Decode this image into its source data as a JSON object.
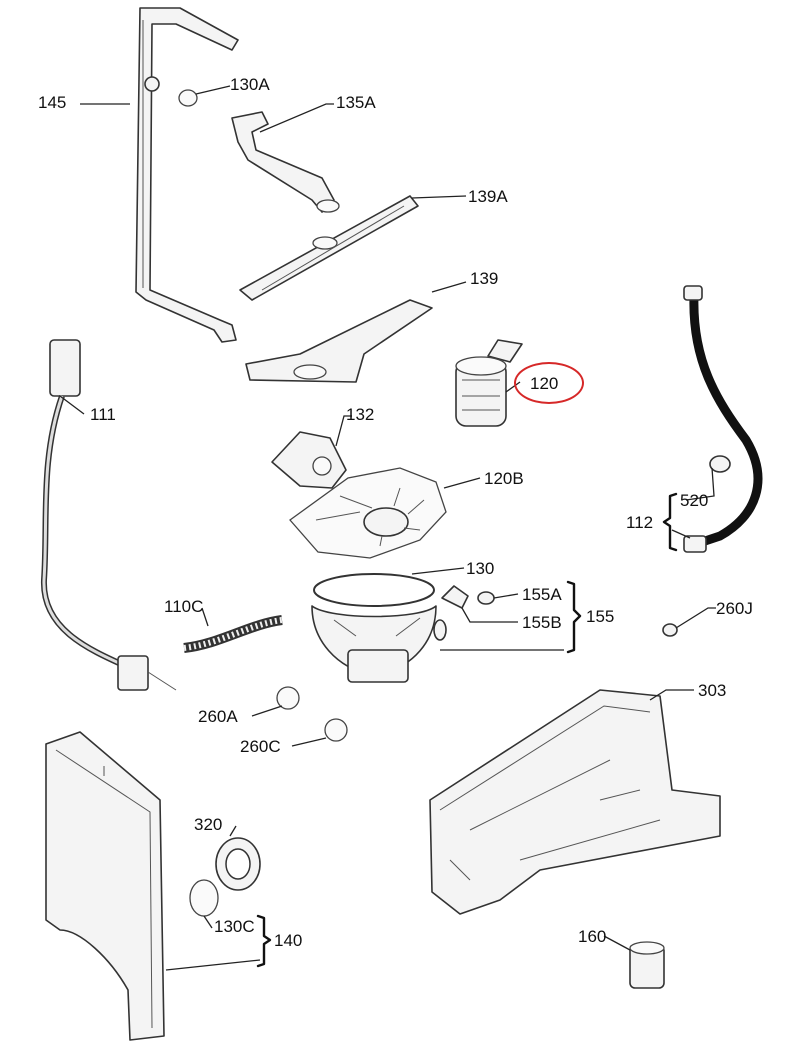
{
  "diagram": {
    "labels": {
      "p145": "145",
      "p130A": "130A",
      "p135A": "135A",
      "p139A": "139A",
      "p139": "139",
      "p111": "111",
      "p120": "120",
      "p132": "132",
      "p120B": "120B",
      "p520": "520",
      "p112": "112",
      "p130": "130",
      "p155A": "155A",
      "p155B": "155B",
      "p155": "155",
      "p110C": "110C",
      "p260J": "260J",
      "p260A": "260A",
      "p260C": "260C",
      "p303": "303",
      "p320": "320",
      "p130C": "130C",
      "p140": "140",
      "p160": "160"
    },
    "highlighted_part": "120",
    "highlight_color": "#d62828"
  }
}
